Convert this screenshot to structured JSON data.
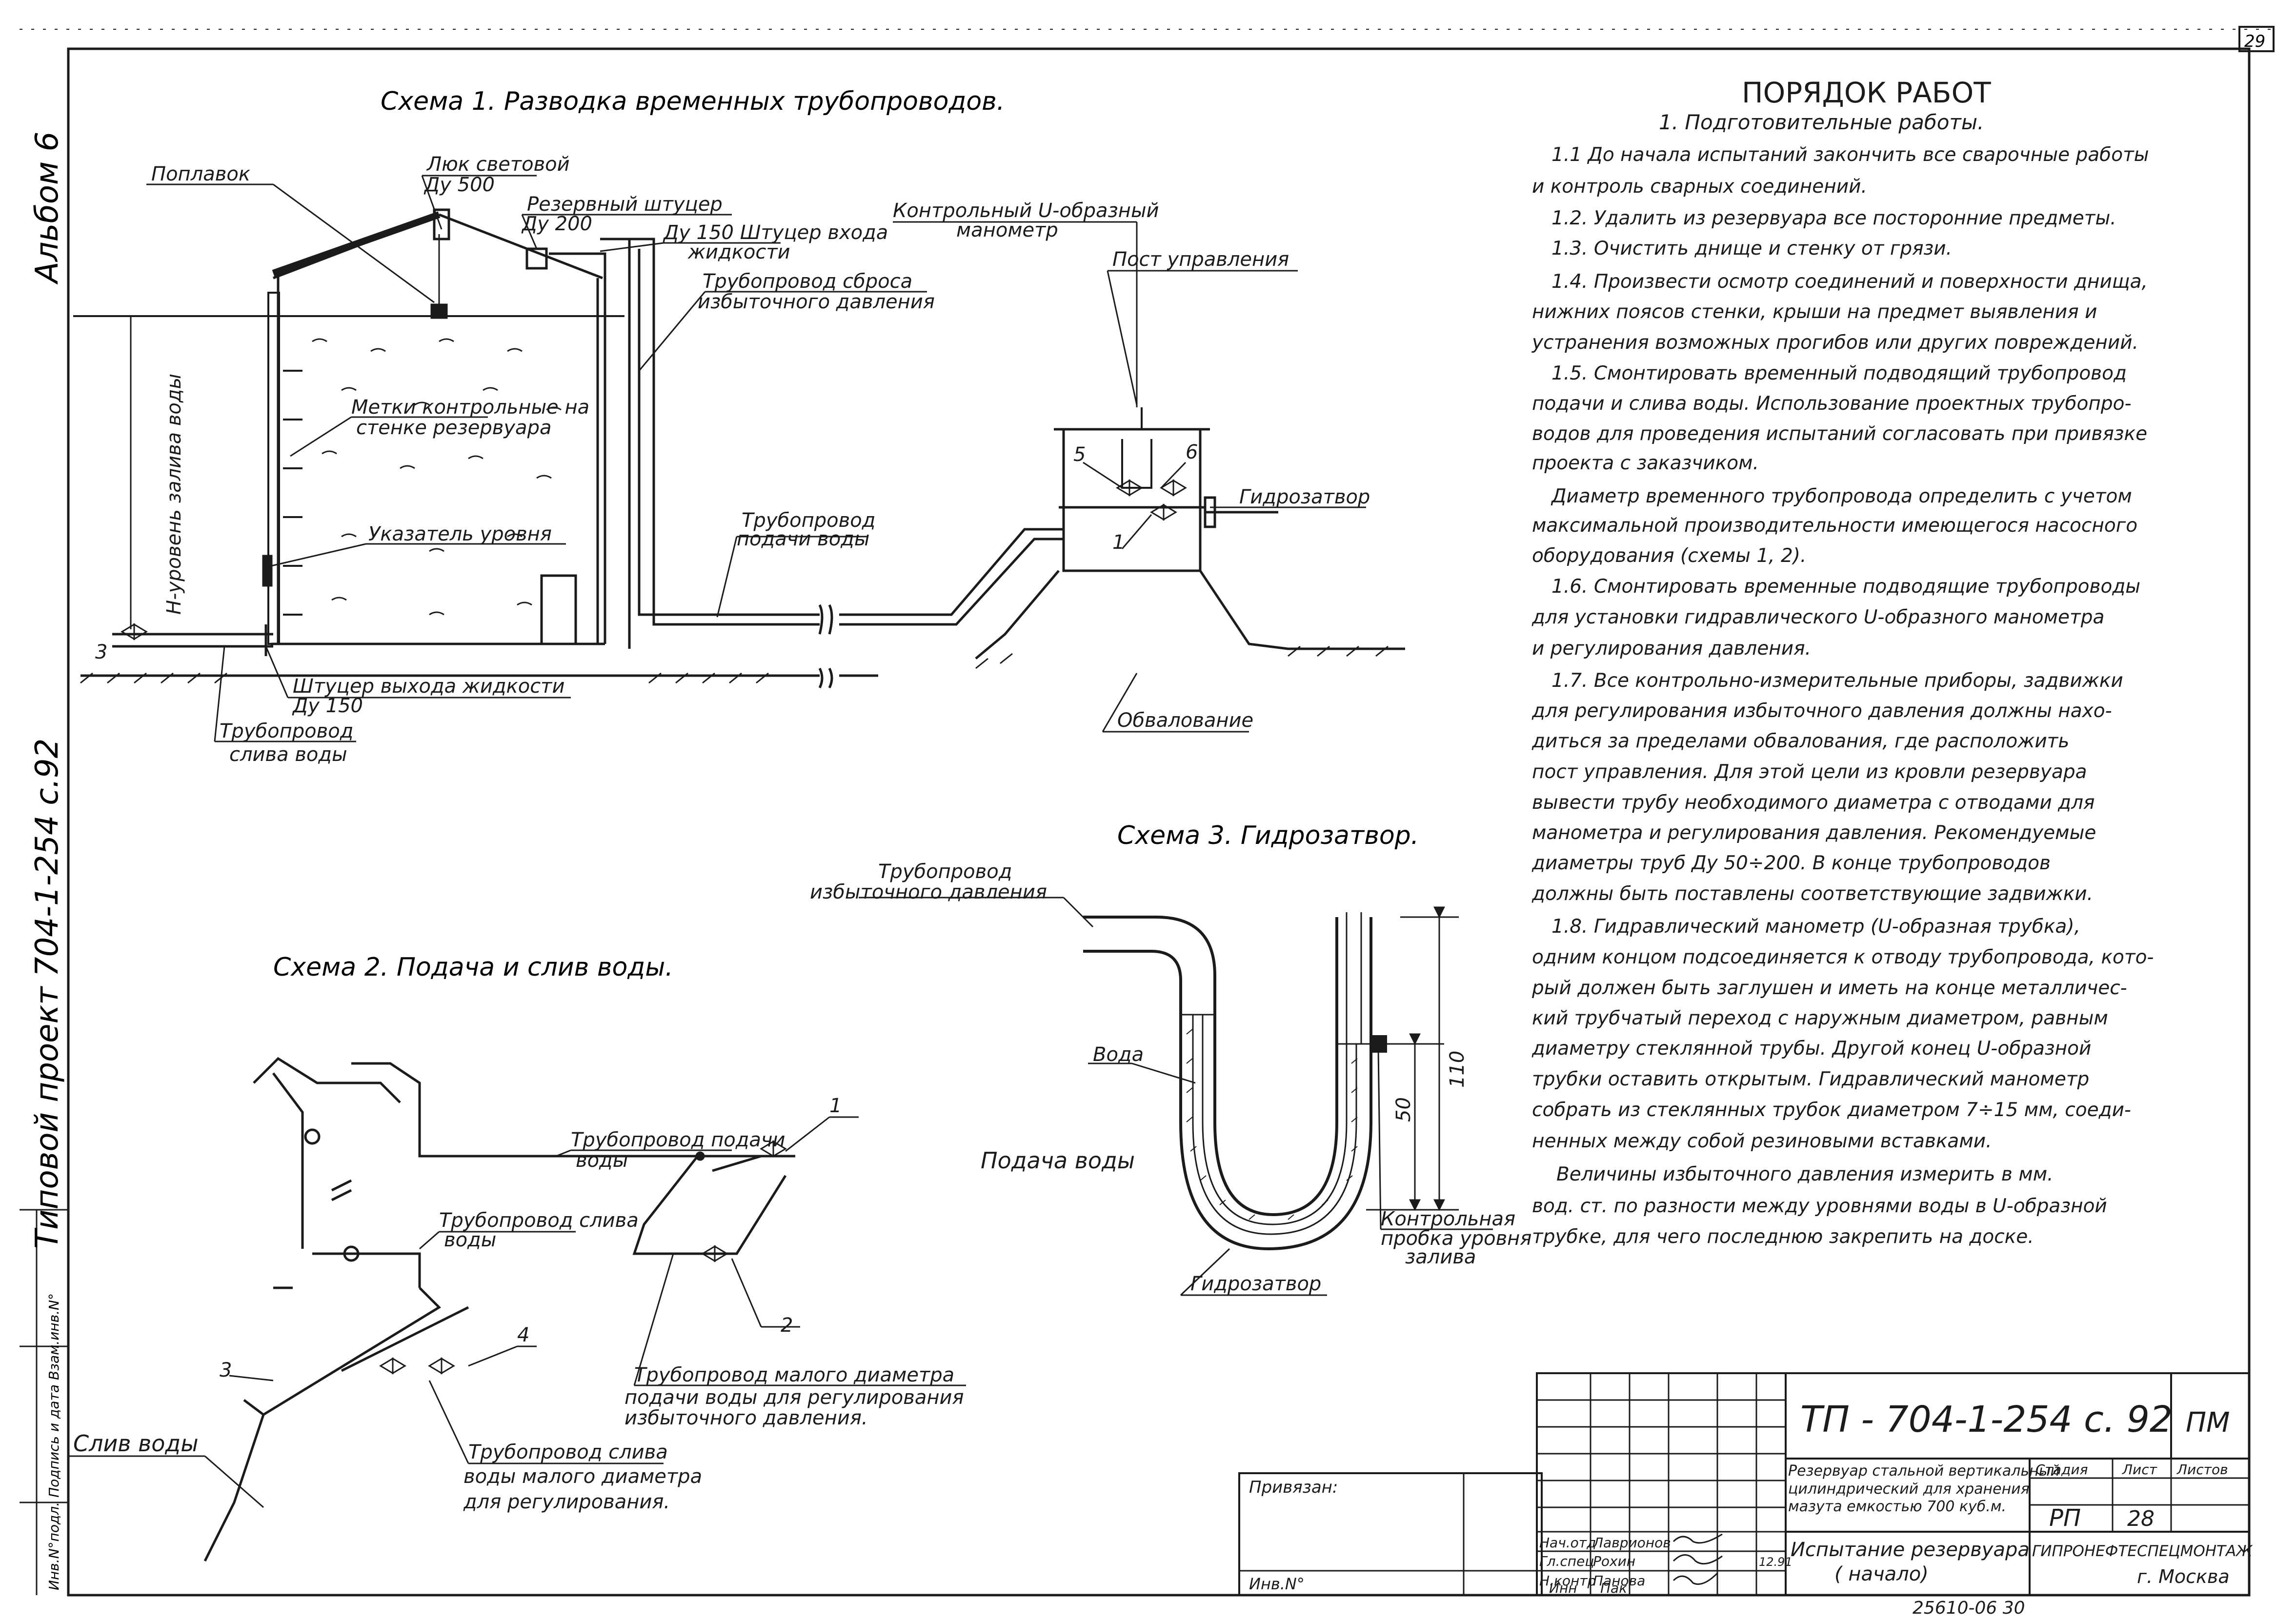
{
  "sheet_number": "29",
  "side": {
    "album": "Альбом 6",
    "project": "Типовой проект 704-1-254 с.92",
    "inv_column": "Инв.N°подл. Подпись и дата Взам.инв.N°"
  },
  "scheme1": {
    "title": "Схема 1.  Разводка временных трубопроводов.",
    "float": "Поплавок",
    "hatch_light_1": "Люк световой",
    "hatch_light_2": "Ду 500",
    "reserve_1": "Резервный штуцер",
    "reserve_2": "Ду 200",
    "inlet_1": "Ду 150 Штуцер входа",
    "inlet_2": "жидкости",
    "u_mano_1": "Контрольный U-образный",
    "u_mano_2": "манометр",
    "control_post": "Пост управления",
    "discharge_1": "Трубопровод сброса",
    "discharge_2": "избыточного давления",
    "marks_1": "Метки контрольные на",
    "marks_2": "стенке  резервуара",
    "level_indicator": "Указатель уровня",
    "fill_level": "Н-уровень залива воды",
    "supply_1": "Трубопровод",
    "supply_2": "подачи воды",
    "hydroseal": "Гидрозатвор",
    "outlet_1": "Штуцер выхода жидкости",
    "outlet_2": "Ду 150",
    "drain_1": "Трубопровод",
    "drain_2": "слива  воды",
    "embankment": "Обвалование",
    "n5": "5",
    "n6": "6",
    "n1": "1",
    "n3": "3"
  },
  "scheme2": {
    "title": "Схема 2.  Подача и слив воды.",
    "supply_pipe_1": "Трубопровод подачи",
    "supply_pipe_2": "воды",
    "water_supply": "Подача воды",
    "drain_pipe_1": "Трубопровод слива",
    "drain_pipe_2": "воды",
    "small_pipe_1": "Трубопровод малого диаметра",
    "small_pipe_2": "подачи воды для регулирования",
    "small_pipe_3": "избыточного давления.",
    "water_drain": "Слив  воды",
    "drain_small_1": "Трубопровод  слива",
    "drain_small_2": "воды малого диаметра",
    "drain_small_3": "для  регулирования.",
    "n1": "1",
    "n2": "2",
    "n3": "3",
    "n4": "4"
  },
  "scheme3": {
    "title": "Схема 3.  Гидрозатвор.",
    "excess_pipe_1": "Трубопровод",
    "excess_pipe_2": "избыточного давления",
    "water": "Вода",
    "dim_110": "110",
    "dim_50": "50",
    "plug_1": "Контрольная",
    "plug_2": "пробка уровня",
    "plug_3": "залива",
    "hydroseal": "Гидрозатвор"
  },
  "procedure": {
    "title": "ПОРЯДОК  РАБОТ",
    "subtitle": "1. Подготовительные  работы.",
    "lines": [
      "1.1  До начала испытаний закончить все сварочные работы",
      "и  контроль сварных соединений.",
      "1.2.  Удалить из резервуара все посторонние предметы.",
      "1.3.  Очистить  днище  и  стенку  от  грязи.",
      "1.4.  Произвести  осмотр соединений и поверхности днища,",
      "нижних поясов стенки, крыши на предмет выявления и",
      "устранения возможных прогибов или других повреждений.",
      "1.5.  Смонтировать временный подводящий трубопровод",
      "подачи и слива воды.  Использование проектных трубопро-",
      "водов для проведения испытаний согласовать при привязке",
      "проекта  с  заказчиком.",
      "Диаметр временного трубопровода определить с учетом",
      "максимальной производительности имеющегося насосного",
      "оборудования  (схемы 1, 2).",
      "1.6.  Смонтировать временные подводящие трубопроводы",
      "для установки гидравлического U-образного манометра",
      "и   регулирования  давления.",
      "1.7.  Все контрольно-измерительные приборы, задвижки",
      "для регулирования избыточного давления должны нахо-",
      "диться за пределами обвалования, где расположить",
      "пост  управления.  Для этой цели из кровли резервуара",
      "вывести трубу необходимого диаметра с отводами для",
      "манометра и регулирования давления.  Рекомендуемые",
      "диаметры труб  Ду 50÷200.   В конце трубопроводов",
      "должны быть поставлены соответствующие задвижки.",
      "1.8.  Гидравлический манометр (U-образная трубка),",
      "одним концом подсоединяется к отводу трубопровода, кото-",
      "рый должен быть заглушен и иметь на конце металличес-",
      "кий трубчатый переход с наружным диаметром, равным",
      "диаметру стеклянной трубы. Другой конец U-образной",
      "трубки оставить открытым.  Гидравлический манометр",
      "собрать из стеклянных трубок диаметром 7÷15 мм, соеди-",
      "ненных между собой резиновыми вставками.",
      "Величины избыточного давления измерить в мм.",
      "вод. ст. по разности между уровнями воды в U-образной",
      "трубке, для чего последнюю закрепить на доске."
    ]
  },
  "title_block": {
    "code": "ТП - 704-1-254 с. 92",
    "sheet_mark": "ПМ",
    "bound": "Привязан:",
    "desc_1": "Резервуар стальной вертикальный",
    "desc_2": "цилиндрический для хранения",
    "desc_3": "мазута емкостью 700 куб.м.",
    "stage_hdr": "Стадия",
    "sheet_hdr": "Лист",
    "sheets_hdr": "Листов",
    "stage": "РП",
    "sheet": "28",
    "roles": [
      "Нач.отд",
      "Гл.спец",
      "Н.контр"
    ],
    "names": [
      "Лаврионов",
      "Рохин",
      "Панова"
    ],
    "date": "12.91",
    "doc_title_1": "Испытание резервуара",
    "doc_title_2": "( начало)",
    "org": "ГИПРОНЕФТЕСПЕЦМОНТАЖ",
    "city": "г. Москва",
    "inv": "Инв.N°",
    "inn": "Инн",
    "lak": "Пак",
    "bottom_num": "25610-06  30"
  }
}
